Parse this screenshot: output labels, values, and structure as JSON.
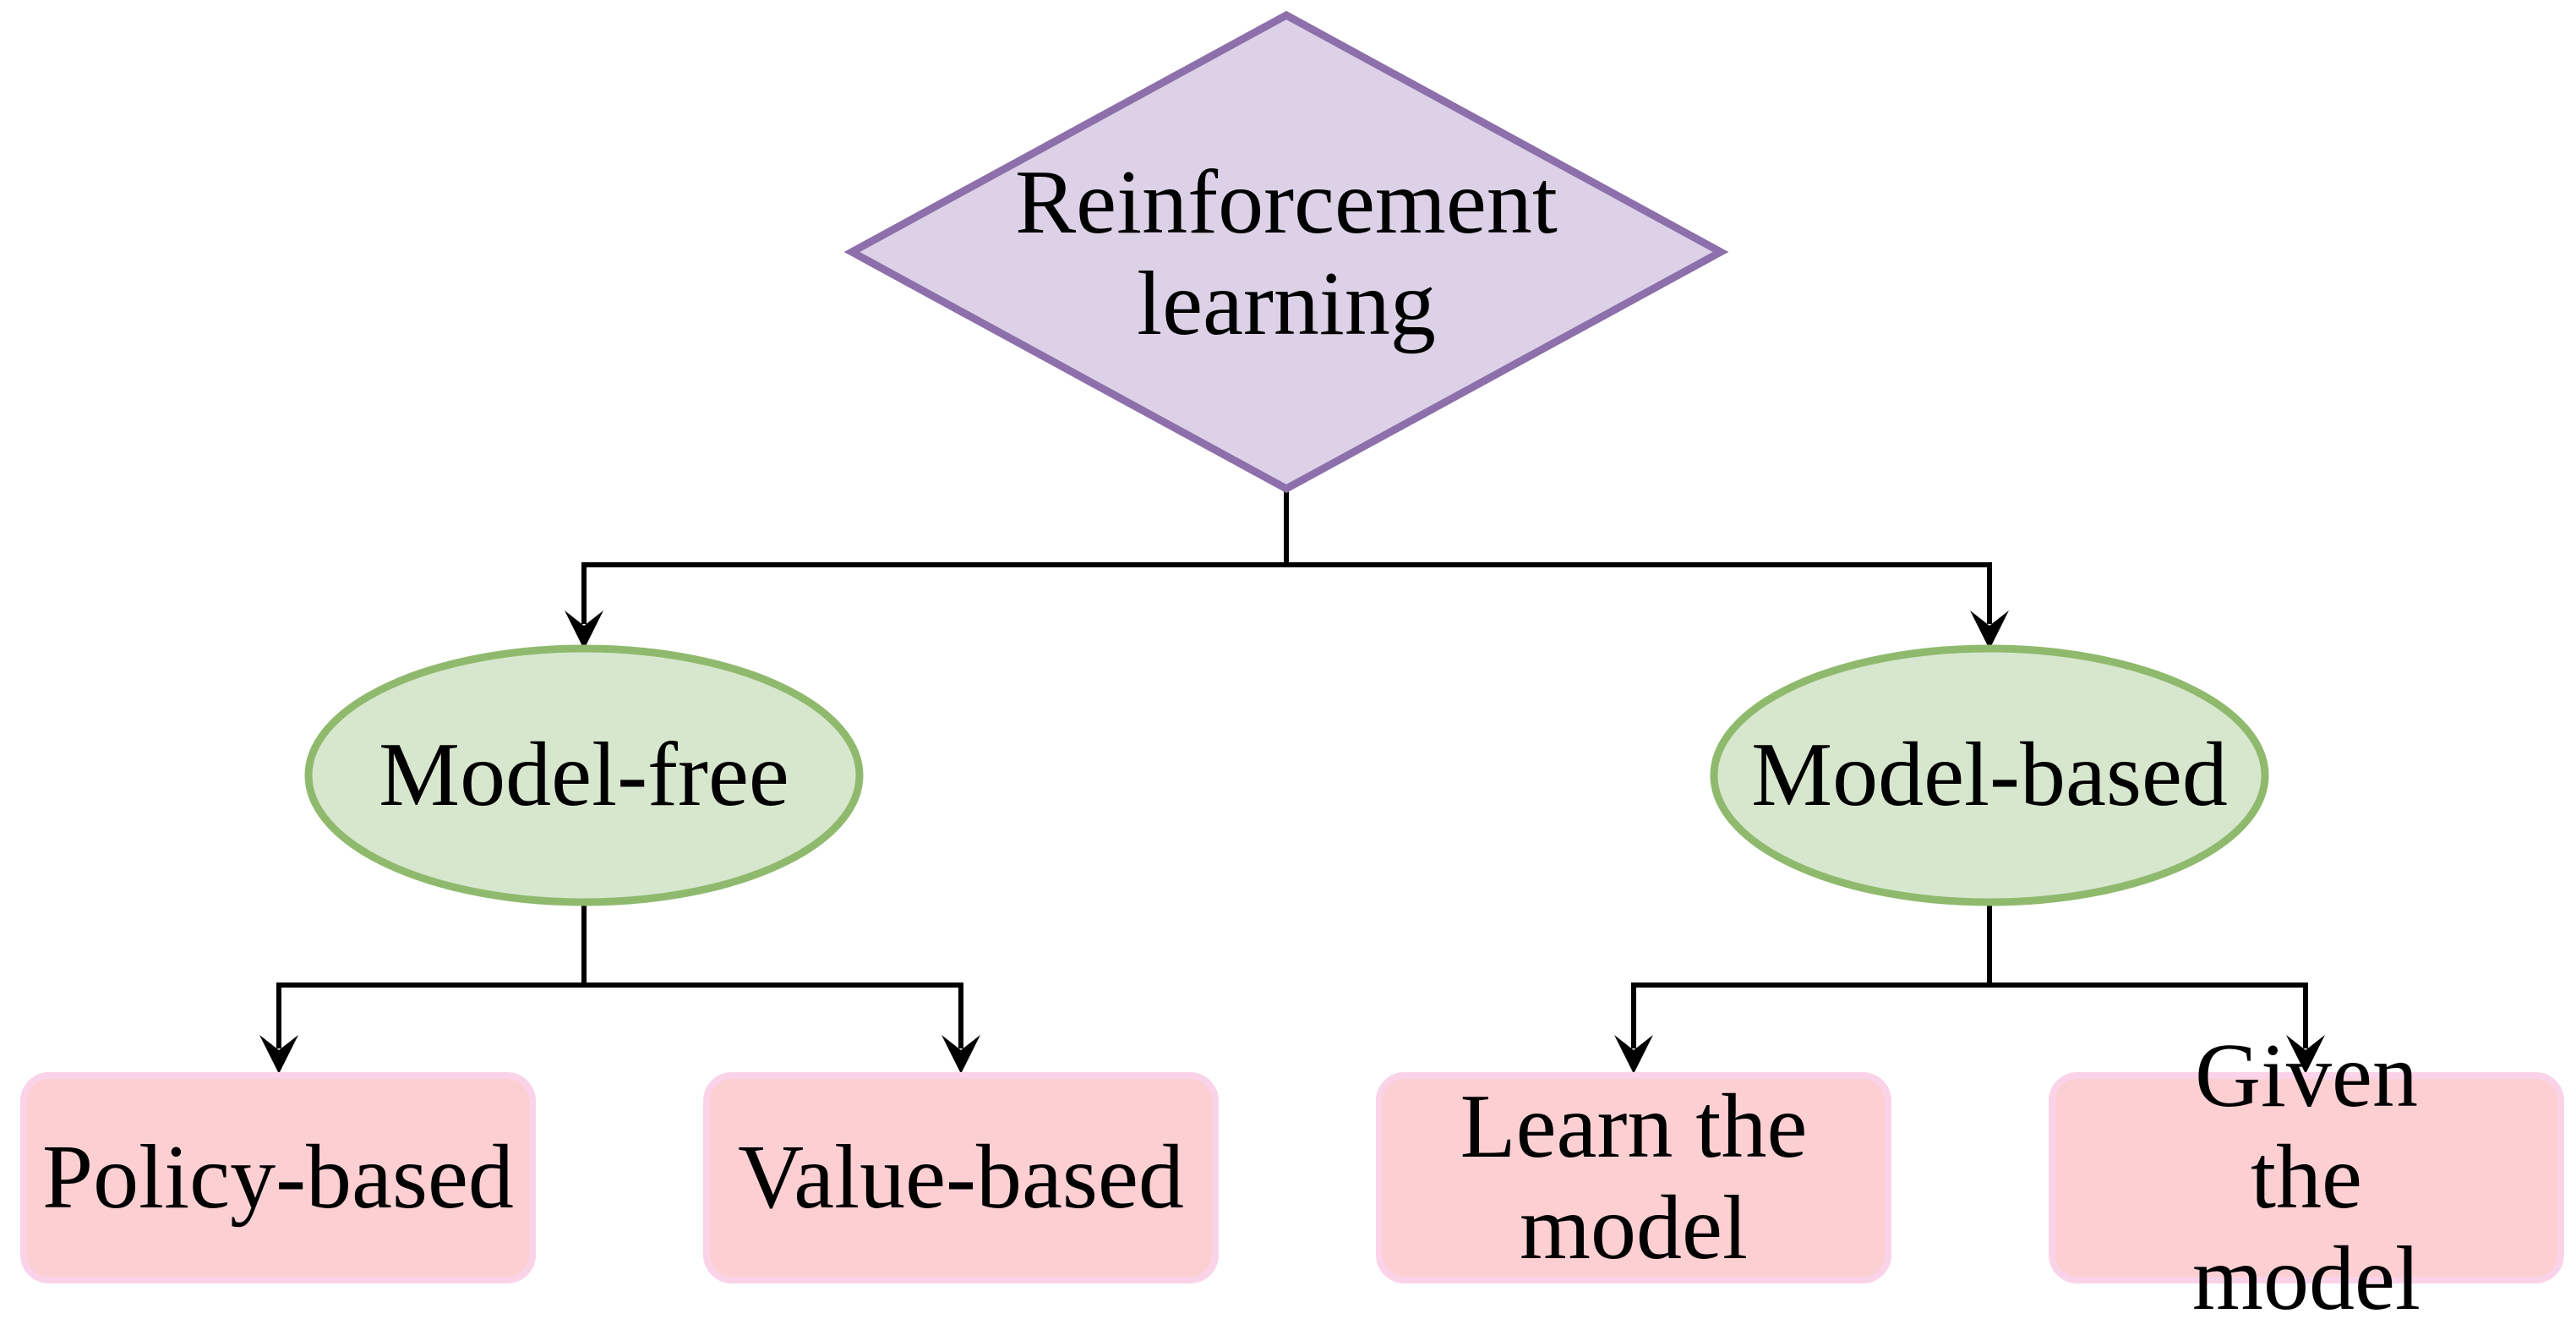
{
  "colors": {
    "background": "#ffffff",
    "decision-fill": "#dcd1e6",
    "decision-stroke": "#8d6fab",
    "category-fill": "#d7e7ce",
    "category-stroke": "#8fba6e",
    "leaf-fill": "#fccfd2",
    "leaf-stroke": "#fbd3e8",
    "connector": "#000000",
    "text": "#000000"
  },
  "nodes": {
    "root": {
      "label": "Reinforcement\nlearning",
      "shape": "diamond"
    },
    "model_free": {
      "label": "Model-free",
      "shape": "ellipse"
    },
    "model_based": {
      "label": "Model-based",
      "shape": "ellipse"
    },
    "policy_based": {
      "label": "Policy-based",
      "shape": "rounded-rect"
    },
    "value_based": {
      "label": "Value-based",
      "shape": "rounded-rect"
    },
    "learn_model": {
      "label": "Learn the\nmodel",
      "shape": "rounded-rect"
    },
    "given_model": {
      "label": "Given the\nmodel",
      "shape": "rounded-rect"
    }
  },
  "edges": [
    {
      "from": "root",
      "to": "model_free"
    },
    {
      "from": "root",
      "to": "model_based"
    },
    {
      "from": "model_free",
      "to": "policy_based"
    },
    {
      "from": "model_free",
      "to": "value_based"
    },
    {
      "from": "model_based",
      "to": "learn_model"
    },
    {
      "from": "model_based",
      "to": "given_model"
    }
  ]
}
